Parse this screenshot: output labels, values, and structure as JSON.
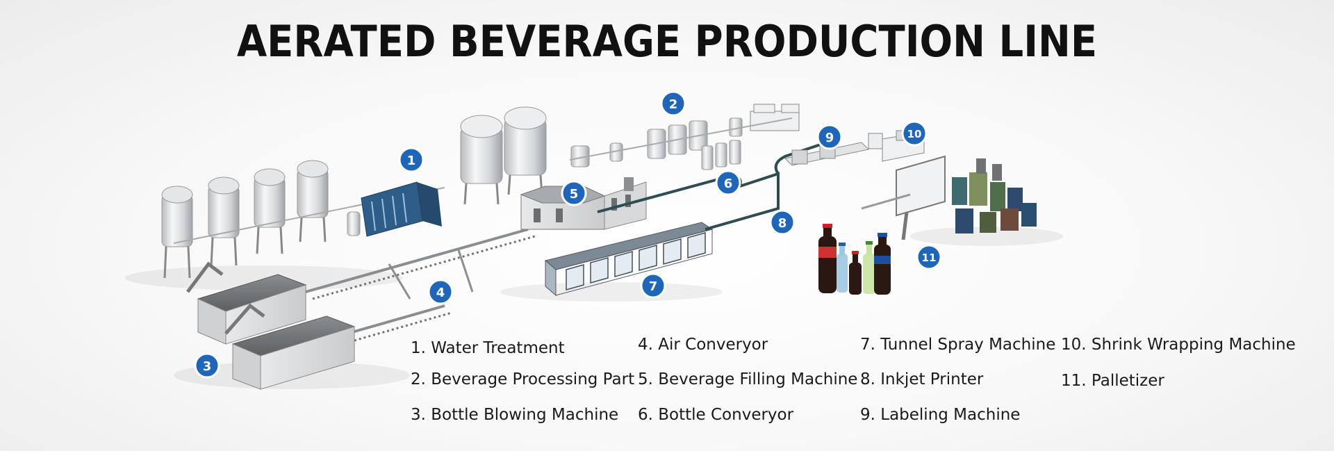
{
  "title": "AERATED BEVERAGE PRODUCTION LINE",
  "markers": [
    "1",
    "2",
    "3",
    "4",
    "5",
    "6",
    "7",
    "8",
    "9",
    "10",
    "11"
  ],
  "legend": [
    "1. Water Treatment",
    "2. Beverage Processing Part",
    "3. Bottle Blowing Machine",
    "4. Air Converyor",
    "5. Beverage Filling Machine",
    "6. Bottle Converyor",
    "7. Tunnel Spray Machine",
    "8. Inkjet Printer",
    "9. Labeling Machine",
    "10. Shrink Wrapping Machine",
    "11. Palletizer"
  ],
  "colors": {
    "marker": "#1f66b8",
    "equipment": "#d9dcdf",
    "tunnel": "#c9d6e3",
    "conveyor": "#2e4d52"
  }
}
